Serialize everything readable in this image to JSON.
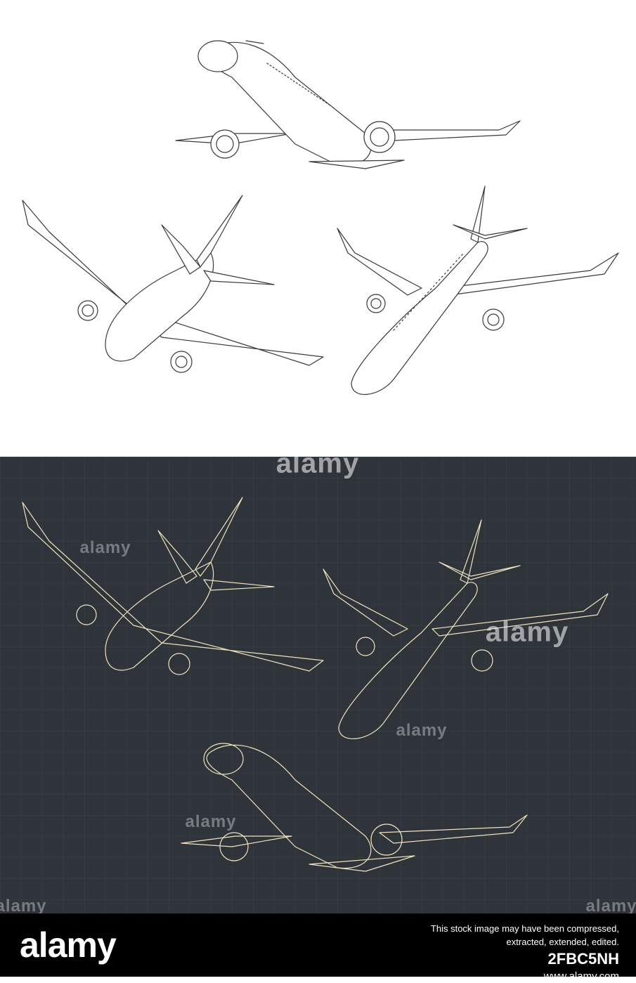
{
  "colors": {
    "top_background": "#ffffff",
    "top_line": "#3a3a3a",
    "dark_background": "#2f343a",
    "dark_line": "#efe3bf",
    "grid_line": "#3a4046",
    "footer_background": "#000000"
  },
  "watermark": {
    "text": "alamy"
  },
  "footer": {
    "logo": "alamy",
    "line1": "This stock image may have been compressed,",
    "line2": "extracted, extended, edited.",
    "image_id": "2FBC5NH",
    "url": "www.alamy.com"
  }
}
